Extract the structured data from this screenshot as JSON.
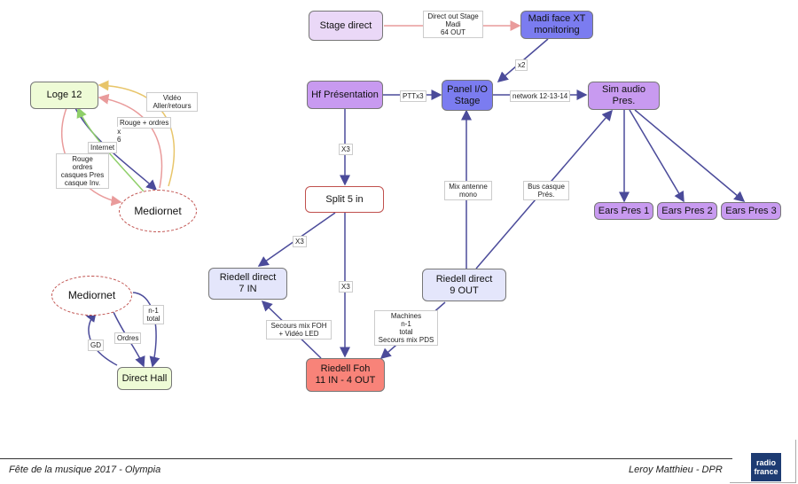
{
  "nodes": {
    "stage_direct": "Stage direct",
    "madi_face": "Madi face XT\nmonitoring",
    "hf_presentation": "Hf Présentation",
    "panel_io": "Panel I/O\nStage",
    "sim_audio": "Sim audio\nPres.",
    "split": "Split 5 in",
    "ears_1": "Ears Pres 1",
    "ears_2": "Ears Pres 2",
    "ears_3": "Ears Pres 3",
    "riedell_7": "Riedell direct\n7 IN",
    "riedell_9": "Riedell direct\n9 OUT",
    "riedell_foh": "Riedell Foh\n11 IN - 4 OUT",
    "loge": "Loge 12",
    "mediornet_1": "Mediornet",
    "mediornet_2": "Mediornet",
    "direct_hall": "Direct Hall"
  },
  "edge_labels": {
    "direct_out": "Direct out Stage\nMadi\n64 OUT",
    "x2": "x2",
    "pttx3": "PTTx3",
    "network": "network 12-13-14",
    "x3_hf_split": "X3",
    "mix_antenne": "Mix antenne\nmono",
    "bus_casque": "Bus casque\nPrés.",
    "x3_split_riedell": "X3",
    "x3_split_foh": "X3",
    "secours_foh": "Secours mix FOH\n+ Vidéo LED",
    "machines": "Machines\nn-1\ntotal\nSecours mix PDS",
    "video": "Vidéo\nAller/retours",
    "rouge_ordres": "Rouge + ordres",
    "x6": "x\n6",
    "internet": "Internet",
    "rouge_casques": "Rouge\nordres\ncasques Pres\ncasque Inv.",
    "n1_total": "n-1\ntotal",
    "ordres": "Ordres",
    "gd": "GD"
  },
  "colors": {
    "edge_blue": "#4b4b9a",
    "edge_red": "#e99b9b",
    "edge_orange": "#e8c56a",
    "edge_green": "#8fcf6a",
    "fill_lavender": "#ead8f7",
    "fill_purple": "#c89af0",
    "fill_blue": "#7b7cf0",
    "fill_light_blue": "#e4e6fb",
    "fill_salmon": "#f88379",
    "fill_light_green": "#eefbd6"
  },
  "footer": {
    "left": "Fête de la musique 2017 - Olympia",
    "right": "Leroy Matthieu - DPR",
    "logo_line1": "radio",
    "logo_line2": "france"
  }
}
